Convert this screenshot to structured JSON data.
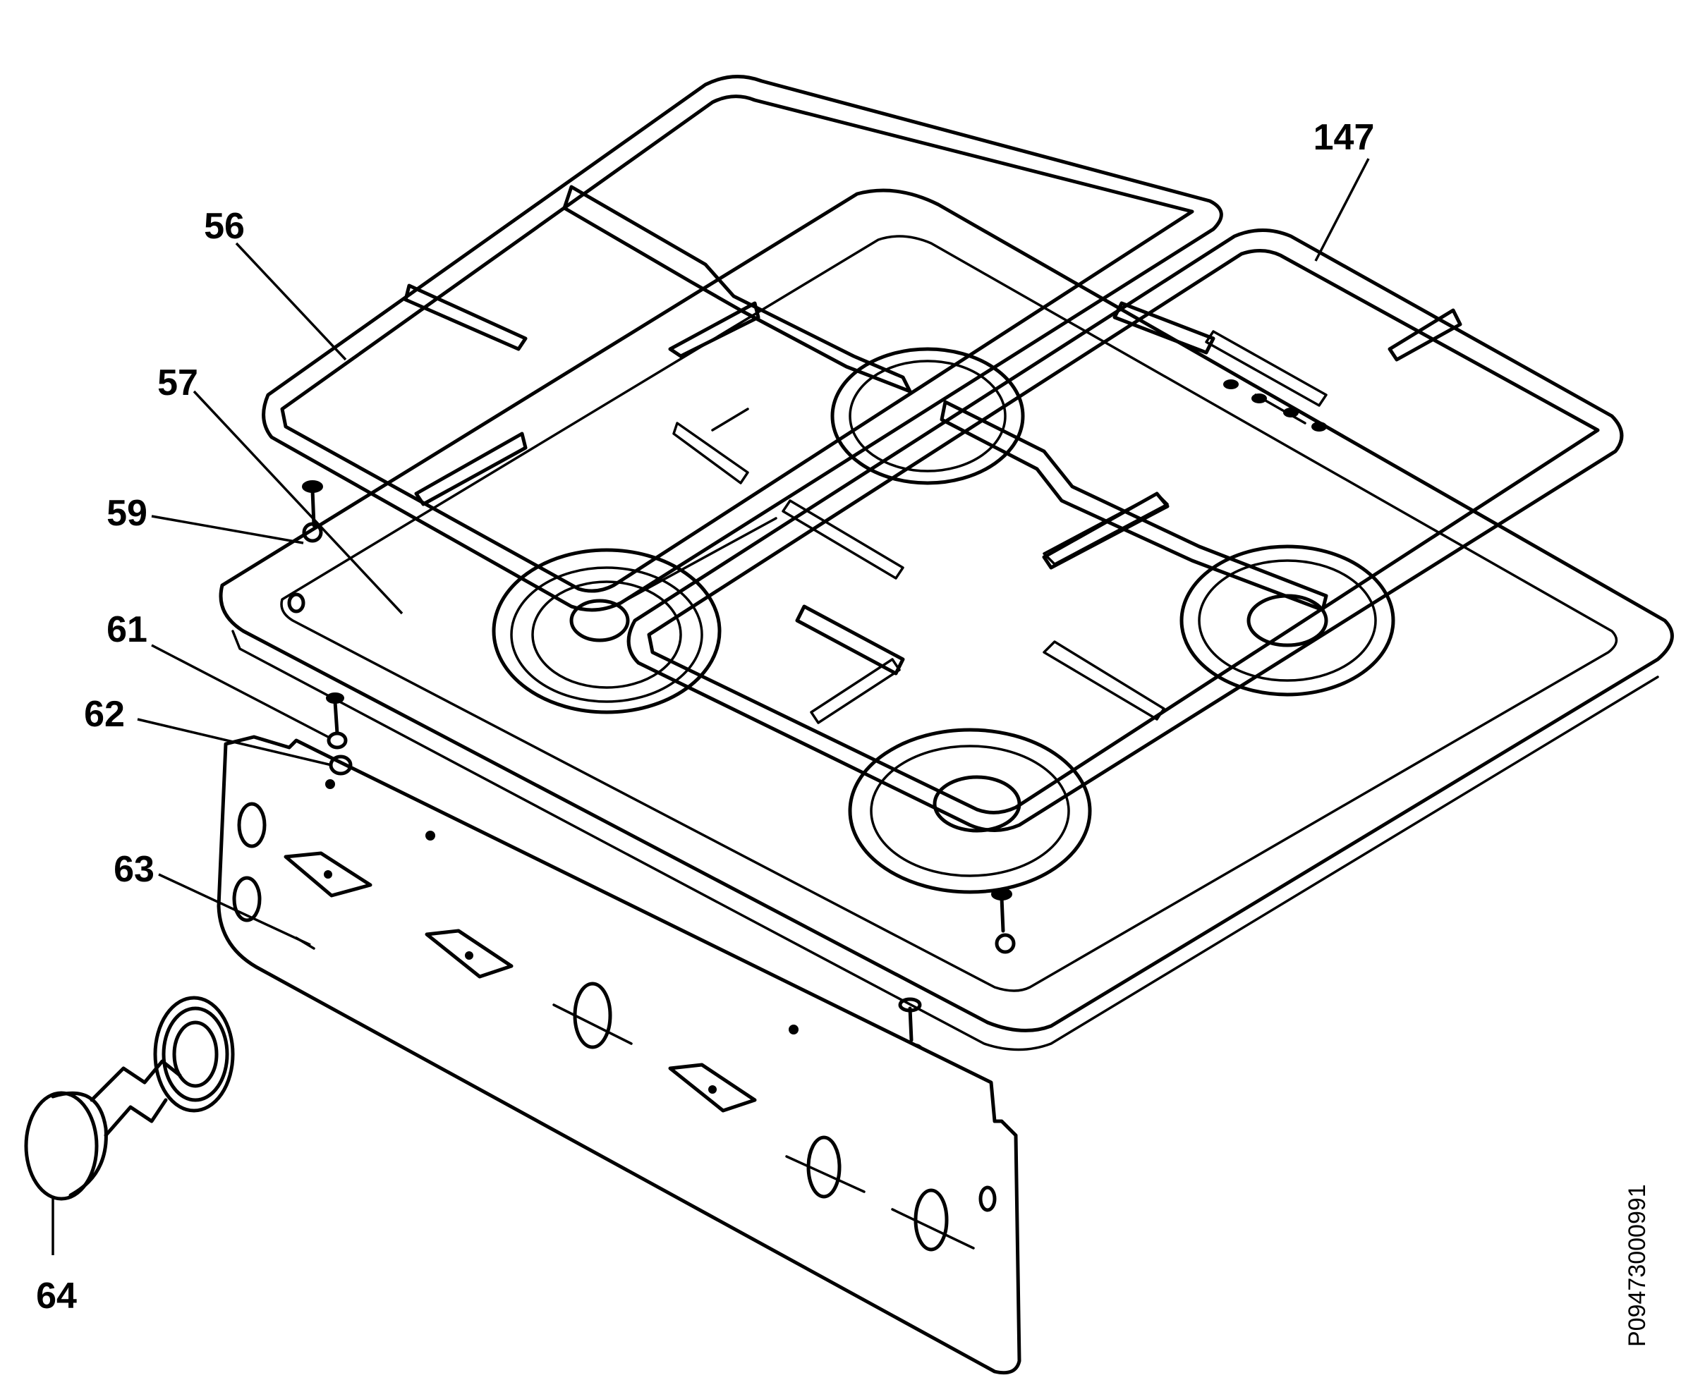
{
  "callouts": {
    "p147": "147",
    "p56": "56",
    "p57": "57",
    "p59": "59",
    "p61": "61",
    "p62": "62",
    "p63": "63",
    "p64": "64"
  },
  "document_id": "P09473000991",
  "colors": {
    "line": "#000000",
    "background": "#ffffff"
  }
}
